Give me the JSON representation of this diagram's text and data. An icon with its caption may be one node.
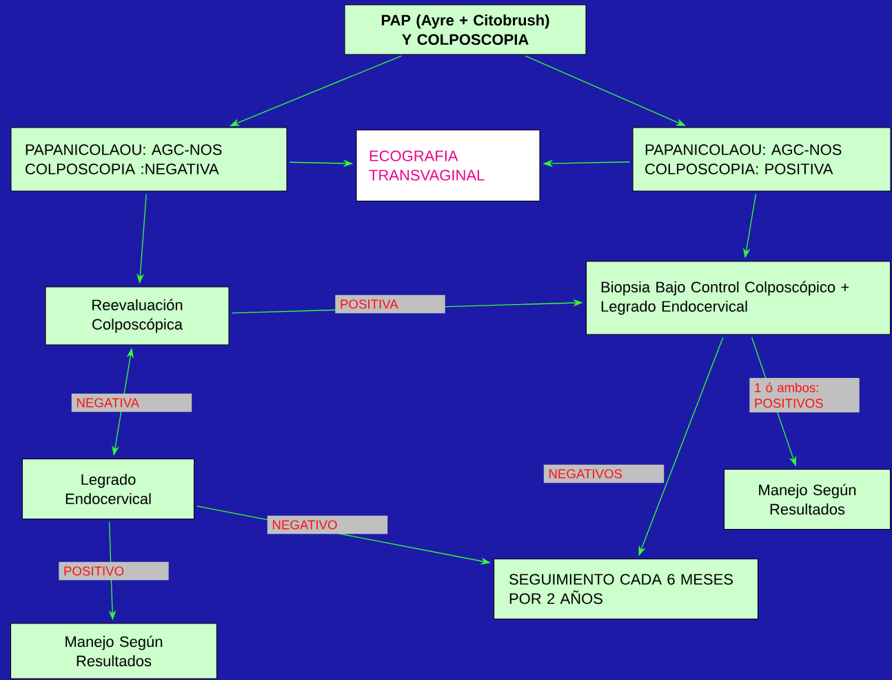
{
  "diagram": {
    "nodes": [
      {
        "text": [
          "PAP (Ayre + Citobrush) Y COLPOSCOPIA"
        ]
      },
      {
        "text": [
          "PAPANICOLAOU: AGC-NOS COLPOSCOPIA :NEGATIVA"
        ]
      },
      {
        "text": [
          "ECOGRAFIA TRANSVAGINAL"
        ]
      },
      {
        "text": [
          "PAPANICOLAOU: AGC-NOS COLPOSCOPIA: POSITIVA"
        ]
      },
      {
        "text": [
          "Reevaluación Colposcópica"
        ]
      },
      {
        "text": [
          "Biopsia Bajo Control Colposcópico + Legrado Endocervical"
        ]
      },
      {
        "text": [
          "Legrado Endocervical"
        ]
      },
      {
        "text": [
          "Manejo Según Resultados"
        ]
      },
      {
        "text": [
          "SEGUIMIENTO CADA 6 MESES POR 2 AÑOS"
        ]
      },
      {
        "text": [
          "Manejo Según Resultados"
        ]
      }
    ],
    "edges": [
      {
        "from": 0,
        "to": 1,
        "arrow": "to"
      },
      {
        "from": 0,
        "to": 3,
        "arrow": "to"
      },
      {
        "from": 1,
        "to": 2,
        "arrow": "to"
      },
      {
        "from": 3,
        "to": 2,
        "arrow": "to"
      },
      {
        "from": 1,
        "to": 4,
        "arrow": "to"
      },
      {
        "from": 3,
        "to": 5,
        "arrow": "to"
      },
      {
        "from": 4,
        "to": 5,
        "arrow": "to",
        "label": "POSITIVA"
      },
      {
        "from": 4,
        "to": 6,
        "arrow": "both",
        "label": "NEGATIVA"
      },
      {
        "from": 5,
        "to": 7,
        "arrow": "to",
        "label": "1 ó ambos: POSITIVOS"
      },
      {
        "from": 5,
        "to": 8,
        "arrow": "to",
        "label": "NEGATIVOS"
      },
      {
        "from": 6,
        "to": 8,
        "arrow": "to",
        "label": "NEGATIVO"
      },
      {
        "from": 6,
        "to": 9,
        "arrow": "to",
        "label": "POSITIVO"
      }
    ]
  }
}
